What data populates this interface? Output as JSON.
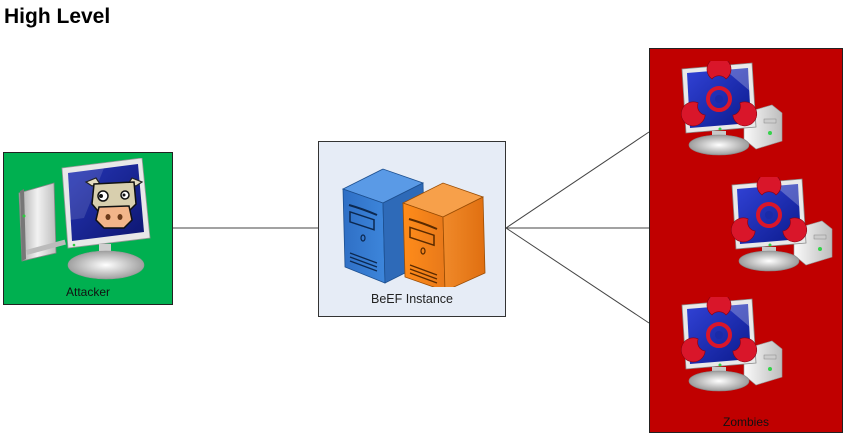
{
  "title": "High Level",
  "nodes": {
    "attacker": {
      "label": "Attacker",
      "color": "#00b050",
      "icon": "computer-cow-icon"
    },
    "beef": {
      "label": "BeEF Instance",
      "color": "#e6ecf6",
      "icon": "server-pair-icon"
    },
    "zombies": {
      "label": "Zombies",
      "color": "#c00000",
      "icon": "computer-biohazard-icon",
      "count": 3
    }
  },
  "edges": [
    {
      "from": "attacker",
      "to": "beef"
    },
    {
      "from": "beef",
      "to": "zombie-1"
    },
    {
      "from": "beef",
      "to": "zombie-2"
    },
    {
      "from": "beef",
      "to": "zombie-3"
    }
  ]
}
